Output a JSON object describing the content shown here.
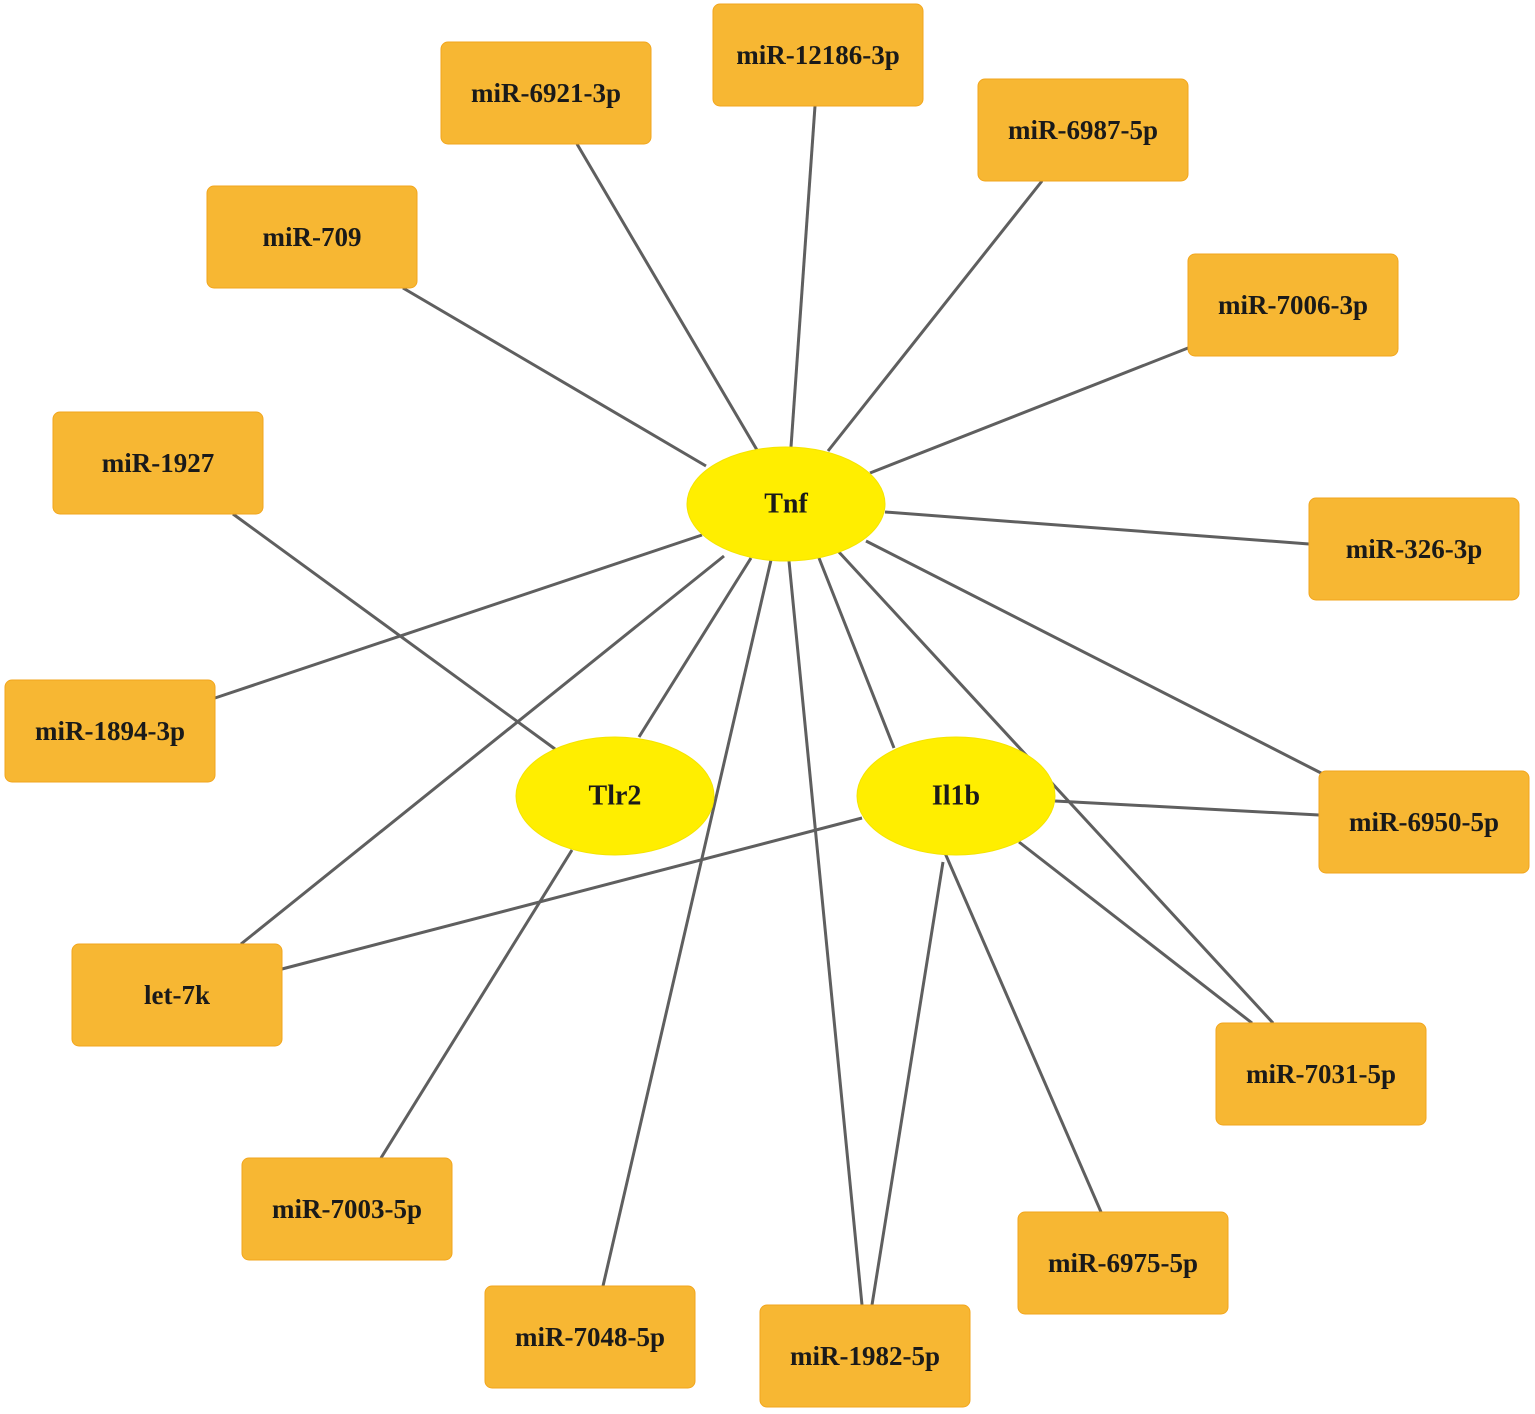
{
  "genes": [
    {
      "id": "tnf",
      "label": "Tnf"
    },
    {
      "id": "tlr2",
      "label": "Tlr2"
    },
    {
      "id": "il1b",
      "label": "Il1b"
    }
  ],
  "mirnas": [
    {
      "id": "m12186",
      "label": "miR-12186-3p"
    },
    {
      "id": "m6921",
      "label": "miR-6921-3p"
    },
    {
      "id": "m6987",
      "label": "miR-6987-5p"
    },
    {
      "id": "m709",
      "label": "miR-709"
    },
    {
      "id": "m7006",
      "label": "miR-7006-3p"
    },
    {
      "id": "m1927",
      "label": "miR-1927"
    },
    {
      "id": "m326",
      "label": "miR-326-3p"
    },
    {
      "id": "m1894",
      "label": "miR-1894-3p"
    },
    {
      "id": "m6950",
      "label": "miR-6950-5p"
    },
    {
      "id": "let7k",
      "label": "let-7k"
    },
    {
      "id": "m7031",
      "label": "miR-7031-5p"
    },
    {
      "id": "m7003",
      "label": "miR-7003-5p"
    },
    {
      "id": "m6975",
      "label": "miR-6975-5p"
    },
    {
      "id": "m7048",
      "label": "miR-7048-5p"
    },
    {
      "id": "m1982",
      "label": "miR-1982-5p"
    }
  ],
  "edges": [
    [
      "tnf",
      "m12186"
    ],
    [
      "tnf",
      "m6921"
    ],
    [
      "tnf",
      "m6987"
    ],
    [
      "tnf",
      "m709"
    ],
    [
      "tnf",
      "m7006"
    ],
    [
      "tnf",
      "m326"
    ],
    [
      "tnf",
      "m1894"
    ],
    [
      "tnf",
      "m6950"
    ],
    [
      "tnf",
      "let7k"
    ],
    [
      "tnf",
      "m7031"
    ],
    [
      "tnf",
      "m7048"
    ],
    [
      "tnf",
      "m1982"
    ],
    [
      "tnf",
      "tlr2"
    ],
    [
      "tnf",
      "il1b"
    ],
    [
      "tlr2",
      "m1927"
    ],
    [
      "tlr2",
      "m7003"
    ],
    [
      "il1b",
      "let7k"
    ],
    [
      "il1b",
      "m6950"
    ],
    [
      "il1b",
      "m7031"
    ],
    [
      "il1b",
      "m6975"
    ],
    [
      "il1b",
      "m1982"
    ]
  ],
  "colors": {
    "mirna_fill": "#f7b733",
    "gene_fill": "#ffee00",
    "edge": "#5f5f5f"
  }
}
